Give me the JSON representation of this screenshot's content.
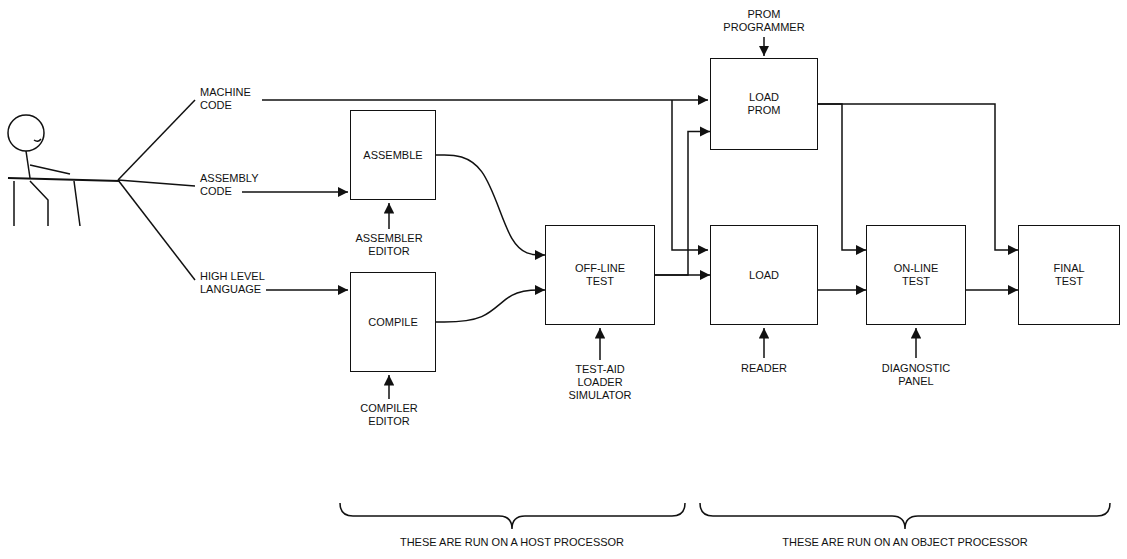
{
  "diagram": {
    "nodes": [
      {
        "text": [
          "ASSEMBLE"
        ]
      },
      {
        "text": [
          "COMPILE"
        ]
      },
      {
        "text": [
          "OFF-LINE TEST"
        ]
      },
      {
        "text": [
          "LOAD PROM"
        ]
      },
      {
        "text": [
          "LOAD"
        ]
      },
      {
        "text": [
          "ON-LINE TEST"
        ]
      },
      {
        "text": [
          "FINAL TEST"
        ]
      }
    ],
    "edges": [
      {
        "from": 0,
        "to": 2,
        "arrow": "to"
      },
      {
        "from": 1,
        "to": 2,
        "arrow": "to"
      },
      {
        "from": 2,
        "to": 3,
        "arrow": "to"
      },
      {
        "from": 2,
        "to": 4,
        "arrow": "to"
      },
      {
        "from": 3,
        "to": 5,
        "arrow": "to"
      },
      {
        "from": 3,
        "to": 6,
        "arrow": "to"
      },
      {
        "from": 4,
        "to": 5,
        "arrow": "to"
      },
      {
        "from": 5,
        "to": 6,
        "arrow": "to"
      }
    ],
    "labels": [
      "MACHINE CODE",
      "ASSEMBLY CODE",
      "HIGH LEVEL LANGUAGE",
      "ASSEMBLER EDITOR",
      "COMPILER EDITOR",
      "TEST-AID LOADER SIMULATOR",
      "PROM PROGRAMMER",
      "READER",
      "DIAGNOSTIC PANEL",
      "THESE ARE RUN ON A HOST PROCESSOR",
      "THESE ARE RUN ON AN OBJECT PROCESSOR"
    ]
  }
}
